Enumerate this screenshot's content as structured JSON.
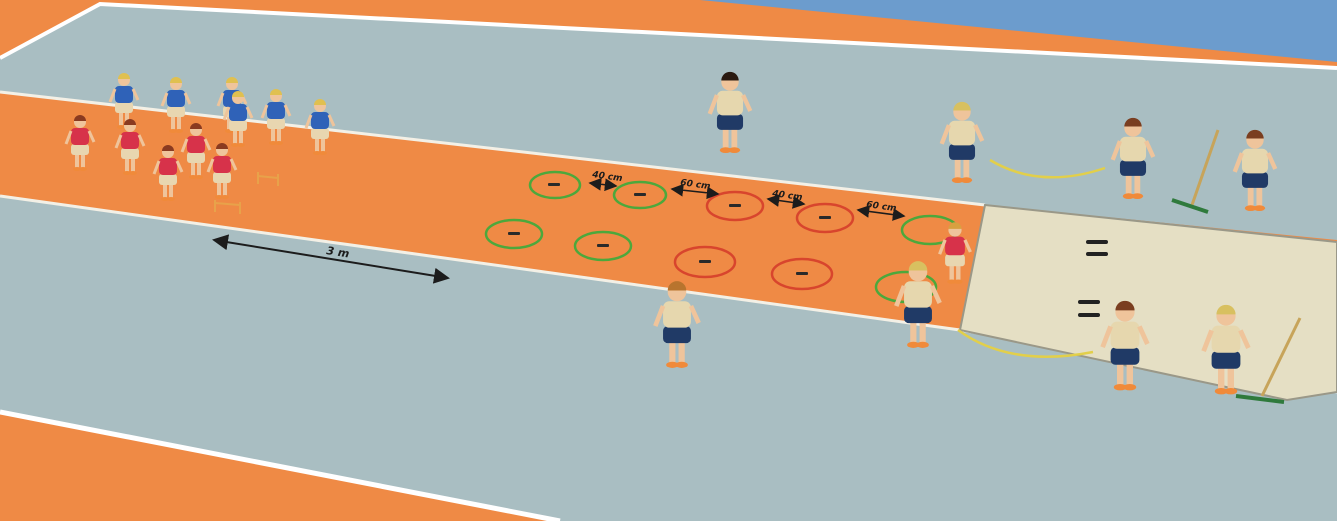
{
  "measurements": {
    "run_up": "3 m",
    "gap_a": "40 cm",
    "gap_b": "60 cm",
    "gap_c": "40 cm",
    "gap_d": "60 cm"
  },
  "colors": {
    "track_orange": "#ef8a45",
    "lane_grey": "#a9bec2",
    "field_blue": "#6c9ccd",
    "landing_area": "#e5dfc4",
    "hoop_green": "#4ca83c",
    "hoop_red": "#d8452d",
    "team_blue": "#2f62b8",
    "team_red": "#d7324a",
    "helper_shirt": "#e6d7ae",
    "helper_shorts": "#203a66"
  },
  "icons": [
    "hoop-icon",
    "rake-icon",
    "rope-icon",
    "footprint-icon",
    "hurdle-icon"
  ]
}
